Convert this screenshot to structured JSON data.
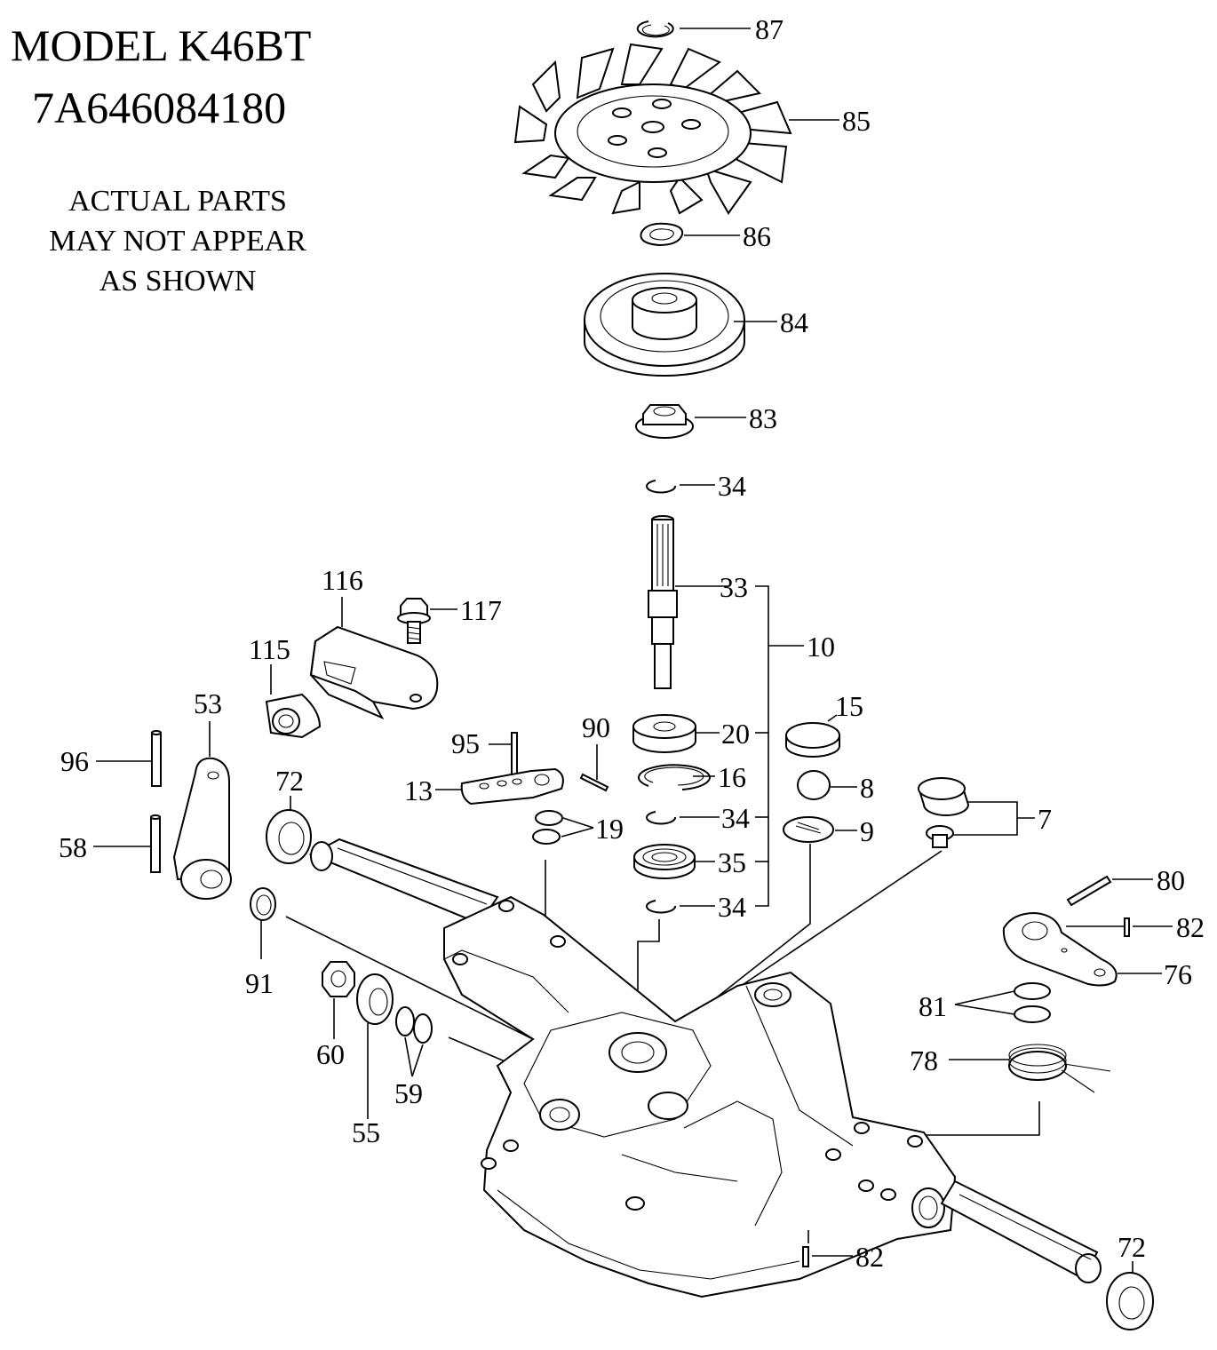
{
  "header": {
    "model": "MODEL K46BT",
    "serial": "7A646084180"
  },
  "note": {
    "line1": "ACTUAL PARTS",
    "line2": "MAY NOT APPEAR",
    "line3": "AS SHOWN"
  },
  "callouts": {
    "c87": "87",
    "c85": "85",
    "c86": "86",
    "c84": "84",
    "c83": "83",
    "c34a": "34",
    "c33": "33",
    "c10": "10",
    "c116": "116",
    "c117": "117",
    "c115": "115",
    "c53": "53",
    "c96": "96",
    "c72a": "72",
    "c58": "58",
    "c91": "91",
    "c95": "95",
    "c90": "90",
    "c13": "13",
    "c20": "20",
    "c16": "16",
    "c34b": "34",
    "c19": "19",
    "c35": "35",
    "c34c": "34",
    "c15": "15",
    "c8": "8",
    "c9": "9",
    "c7": "7",
    "c80": "80",
    "c82a": "82",
    "c76": "76",
    "c81": "81",
    "c78": "78",
    "c60": "60",
    "c55": "55",
    "c59": "59",
    "c82b": "82",
    "c72b": "72"
  }
}
